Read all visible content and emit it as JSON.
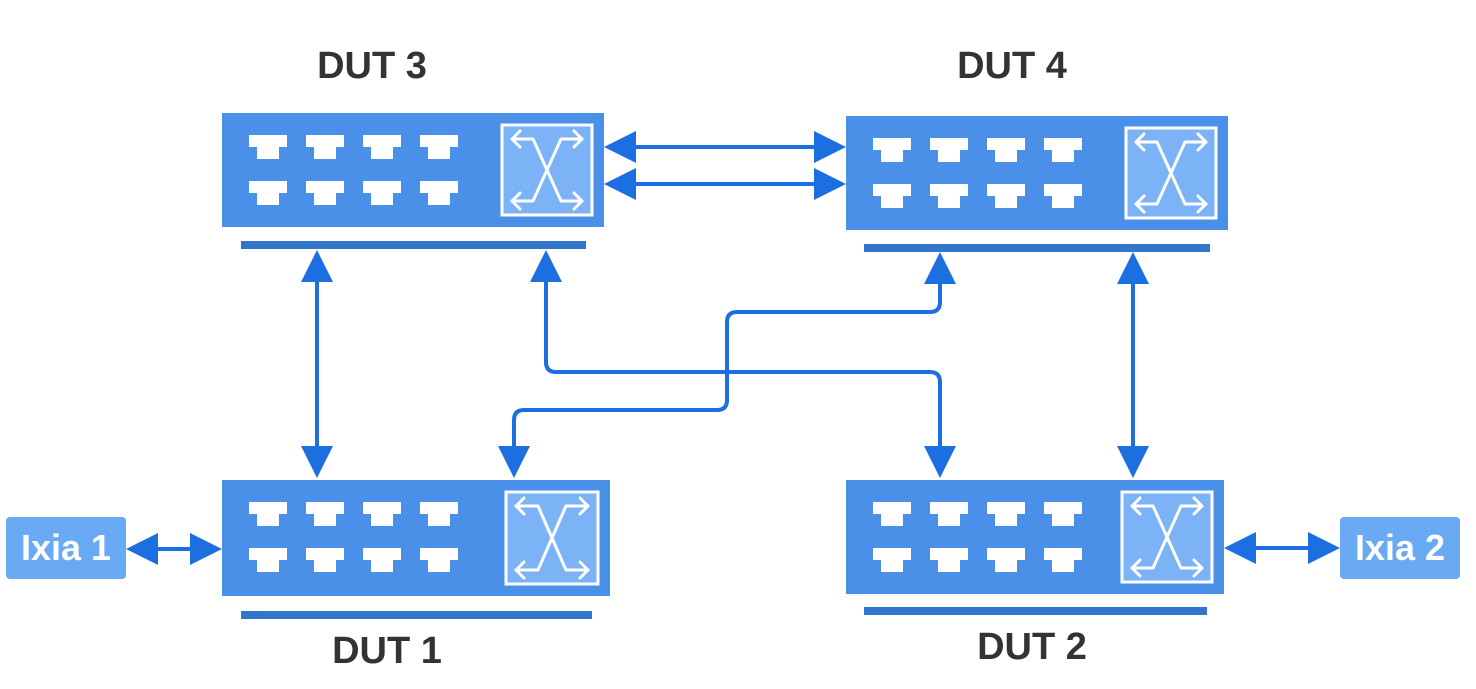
{
  "colors": {
    "switch_body": "#4a90e8",
    "switch_base": "#3375cc",
    "connector": "#1b6fe0",
    "ixia_box": "#6aa9f4",
    "port": "#ffffff",
    "fabric_fill": "#7cb3f7",
    "label_text": "#333333"
  },
  "devices": {
    "dut1": {
      "label": "DUT 1",
      "icon": "network-switch-icon"
    },
    "dut2": {
      "label": "DUT 2",
      "icon": "network-switch-icon"
    },
    "dut3": {
      "label": "DUT 3",
      "icon": "network-switch-icon"
    },
    "dut4": {
      "label": "DUT 4",
      "icon": "network-switch-icon"
    }
  },
  "endpoints": {
    "ixia1": {
      "label": "Ixia 1"
    },
    "ixia2": {
      "label": "Ixia 2"
    }
  },
  "links": [
    {
      "from": "DUT 3",
      "to": "DUT 4"
    },
    {
      "from": "DUT 3",
      "to": "DUT 4"
    },
    {
      "from": "DUT 3",
      "to": "DUT 1"
    },
    {
      "from": "DUT 3",
      "to": "DUT 2"
    },
    {
      "from": "DUT 4",
      "to": "DUT 1"
    },
    {
      "from": "DUT 4",
      "to": "DUT 2"
    },
    {
      "from": "Ixia 1",
      "to": "DUT 1"
    },
    {
      "from": "DUT 2",
      "to": "Ixia 2"
    }
  ]
}
